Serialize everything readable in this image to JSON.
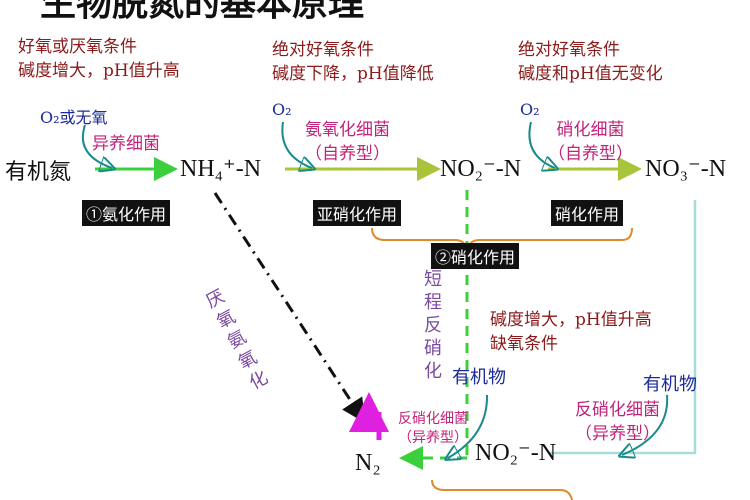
{
  "title": "生物脱氮的基本原理",
  "conditions": {
    "ammonification": [
      "好氧或厌氧条件",
      "碱度增大，pH值升高"
    ],
    "nitritation": [
      "绝对好氧条件",
      "碱度下降，pH值降低"
    ],
    "nitratation": [
      "绝对好氧条件",
      "碱度和pH值无变化"
    ],
    "denitrification": [
      "碱度增大，pH值升高",
      "缺氧条件"
    ]
  },
  "oxygen": {
    "o2_or_anoxic": "O₂或无氧",
    "o2": "O₂"
  },
  "bacteria": {
    "heterotrophic": "异养细菌",
    "ammonia_oxidizing": [
      "氨氧化细菌",
      "（自养型）"
    ],
    "nitrifying": [
      "硝化细菌",
      "（自养型）"
    ],
    "denitrifying": [
      "反硝化细菌",
      "（异养型）"
    ]
  },
  "species": {
    "organic_n": "有机氮",
    "nh4": "NH₄⁺-N",
    "no2": "NO₂⁻-N",
    "no3": "NO₃⁻-N",
    "n2": "N₂"
  },
  "processes": {
    "ammonification": "①氨化作用",
    "nitritation": "亚硝化作用",
    "nitratation": "硝化作用",
    "nitrification": "②硝化作用"
  },
  "vertical": {
    "anammox": "厌氧氨氧化",
    "short_denitrification": "短程反硝化"
  },
  "organic_matter": "有机物"
}
